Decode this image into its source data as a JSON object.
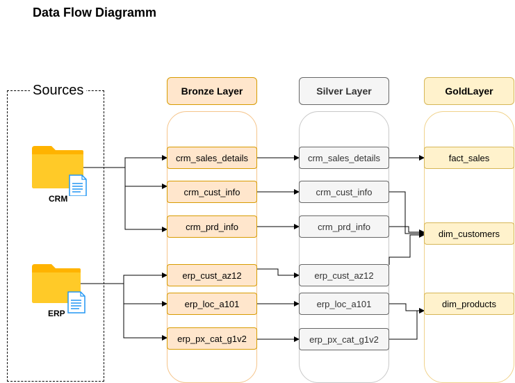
{
  "title": "Data Flow Diagramm",
  "sources": {
    "title": "Sources",
    "items": [
      {
        "label": "CRM",
        "icon": "folder-icon"
      },
      {
        "label": "ERP",
        "icon": "folder-icon"
      }
    ]
  },
  "layers": {
    "bronze": {
      "title": "Bronze Layer",
      "nodes": [
        "crm_sales_details",
        "crm_cust_info",
        "crm_prd_info",
        "erp_cust_az12",
        "erp_loc_a101",
        "erp_px_cat_g1v2"
      ]
    },
    "silver": {
      "title": "Silver Layer",
      "nodes": [
        "crm_sales_details",
        "crm_cust_info",
        "crm_prd_info",
        "erp_cust_az12",
        "erp_loc_a101",
        "erp_px_cat_g1v2"
      ]
    },
    "gold": {
      "title": "GoldLayer",
      "nodes": [
        "fact_sales",
        "dim_customers",
        "dim_products"
      ]
    }
  },
  "colors": {
    "bronze_fill": "#ffe6cc",
    "bronze_stroke": "#d79b00",
    "silver_fill": "#f5f5f5",
    "silver_stroke": "#666666",
    "gold_fill": "#fff2cc",
    "gold_stroke": "#d6b656",
    "folder": "#ffc107",
    "document": "#2196f3"
  }
}
